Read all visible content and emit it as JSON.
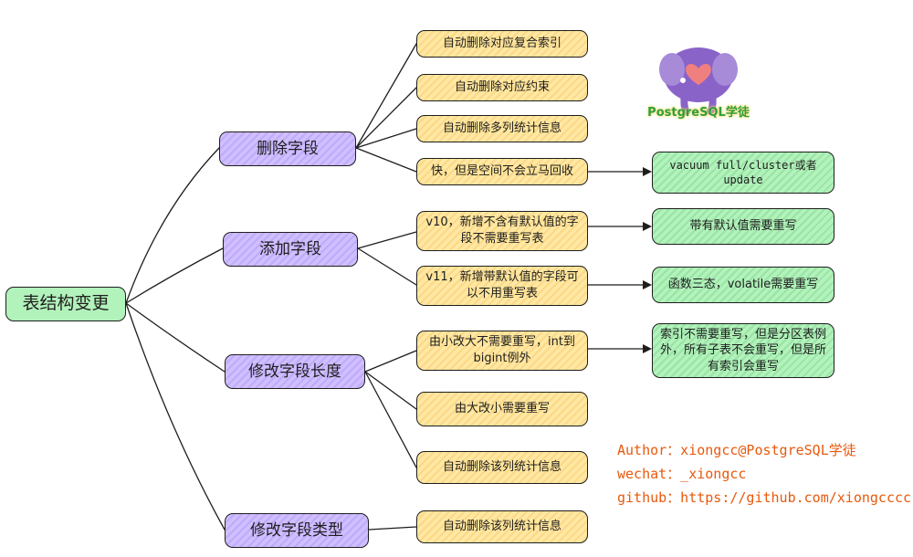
{
  "root": {
    "label": "表结构变更"
  },
  "branches": [
    {
      "label": "删除字段",
      "children": [
        "自动删除对应复合索引",
        "自动删除对应约束",
        "自动删除多列统计信息",
        "快，但是空间不会立马回收"
      ]
    },
    {
      "label": "添加字段",
      "children": [
        "v10，新增不含有默认值的字段不需要重写表",
        "v11，新增带默认值的字段可以不用重写表"
      ]
    },
    {
      "label": "修改字段长度",
      "children": [
        "由小改大不需要重写，int到bigint例外",
        "由大改小需要重写",
        "自动删除该列统计信息"
      ]
    },
    {
      "label": "修改字段类型",
      "children": [
        "自动删除该列统计信息"
      ]
    }
  ],
  "notes": [
    {
      "text": "vacuum full/cluster或者update"
    },
    {
      "text": "带有默认值需要重写"
    },
    {
      "text": "函数三态，volatile需要重写"
    },
    {
      "text": "索引不需要重写，但是分区表例外，所有子表不会重写，但是所有索引会重写"
    }
  ],
  "logo": {
    "text": "PostgreSQL学徒",
    "icon": "elephant-heart-icon"
  },
  "credits": {
    "author": "Author：xiongcc@PostgreSQL学徒",
    "wechat": "wechat：_xiongcc",
    "github": "github：https://github.com/xiongcccc"
  },
  "colors": {
    "root": "#b2f2bb",
    "branch": "#d0bfff",
    "leaf": "#ffe8a3",
    "note": "#b2f2bb",
    "credit": "#e8590c",
    "logo_text": "#2f9e44"
  }
}
